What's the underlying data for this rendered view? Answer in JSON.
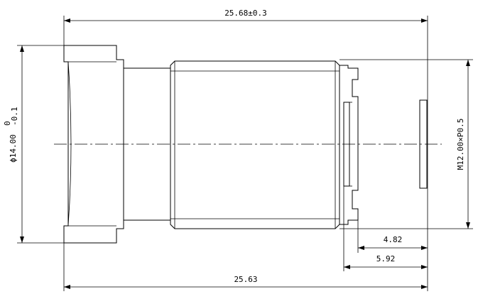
{
  "drawing": {
    "dimensions": {
      "overall_length_top": "25.68±0.3",
      "barrel_diameter_main": "ϕ14.00",
      "barrel_diameter_tol_upper": "0",
      "barrel_diameter_tol_lower": "-0.1",
      "thread_spec": "M12.00×P0.5",
      "back_dim_small": "4.82",
      "back_dim_large": "5.92",
      "overall_length_bottom": "25.63"
    }
  }
}
